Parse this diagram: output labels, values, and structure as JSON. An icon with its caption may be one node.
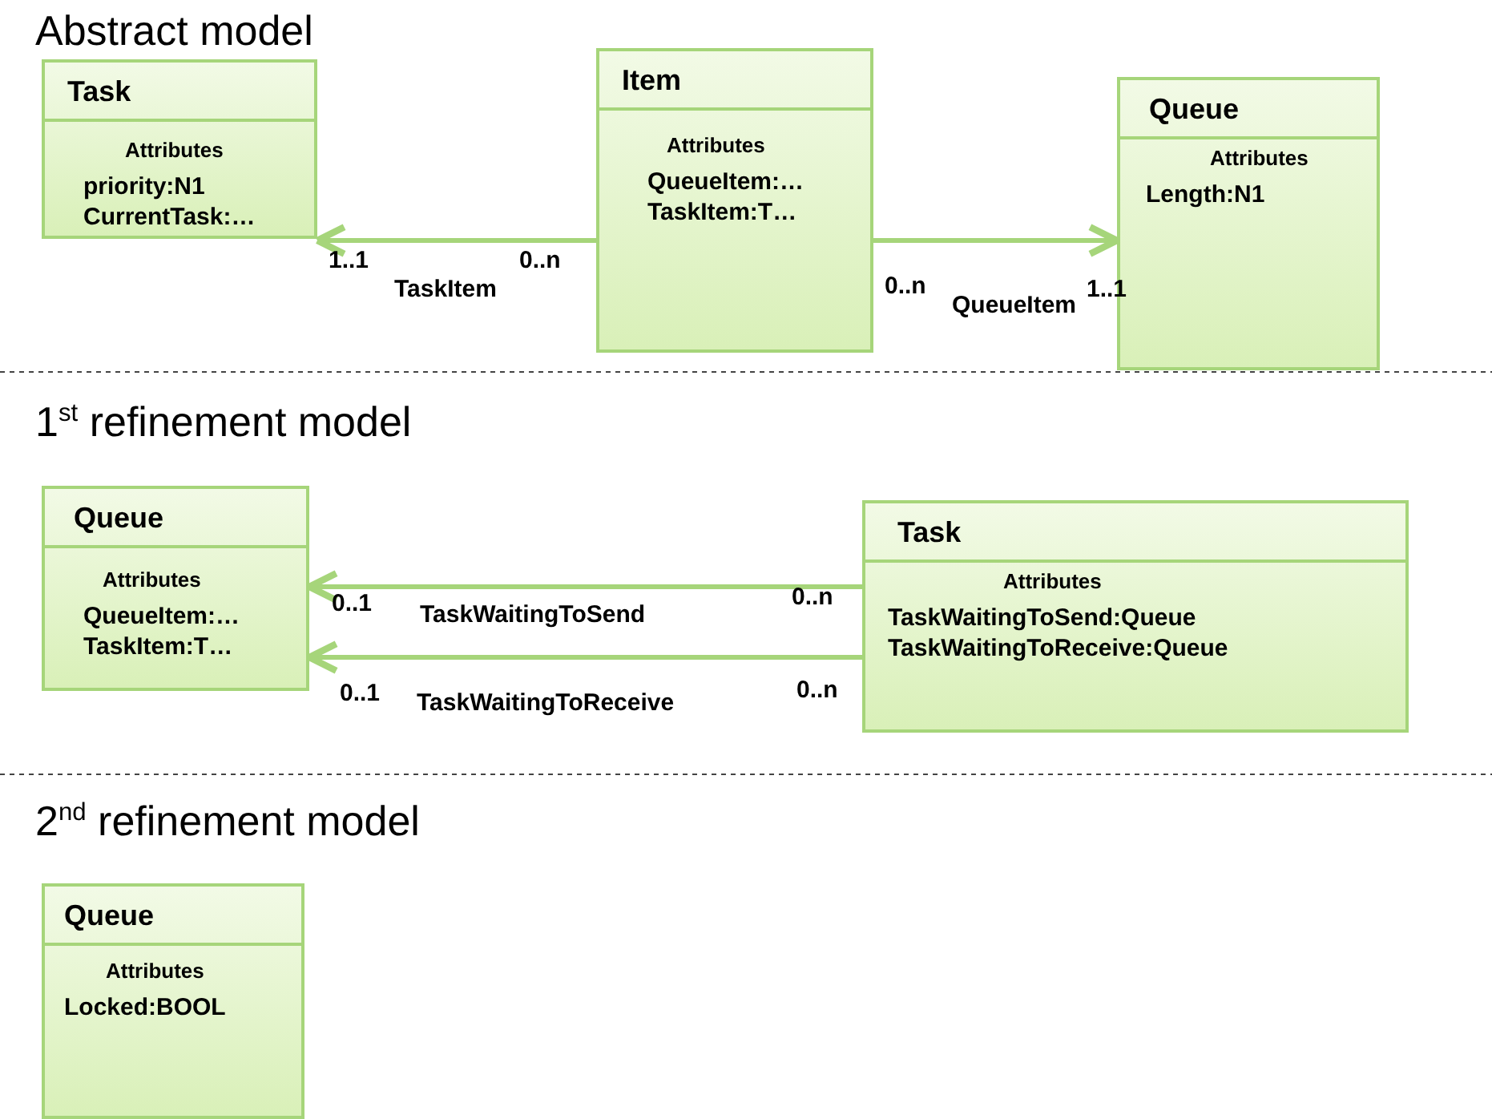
{
  "diagram": {
    "nodes": [
      {
        "text": [
          "Task",
          "Attributes",
          "priority:N1",
          "CurrentTask:…"
        ]
      },
      {
        "text": [
          "Item",
          "Attributes",
          "QueueItem:…",
          "TaskItem:T…"
        ]
      },
      {
        "text": [
          "Queue",
          "Attributes",
          "Length:N1"
        ]
      },
      {
        "text": [
          "Queue",
          "Attributes",
          "QueueItem:…",
          "TaskItem:T…"
        ]
      },
      {
        "text": [
          "Task",
          "Attributes",
          "TaskWaitingToSend:Queue",
          "TaskWaitingToReceive:Queue"
        ]
      },
      {
        "text": [
          "Queue",
          "Attributes",
          "Locked:BOOL"
        ]
      }
    ],
    "edges": [
      {
        "from": 1,
        "to": 0,
        "arrow": "to",
        "label": "TaskItem"
      },
      {
        "from": 1,
        "to": 2,
        "arrow": "to",
        "label": "QueueItem"
      },
      {
        "from": 4,
        "to": 3,
        "arrow": "to",
        "label": "TaskWaitingToSend"
      },
      {
        "from": 4,
        "to": 3,
        "arrow": "to",
        "label": "TaskWaitingToReceive"
      }
    ],
    "labels": [
      "Abstract model",
      "1..1",
      "0..n",
      "0..n",
      "1..1",
      "1$^{st}$ refinement model",
      "0..1",
      "0..n",
      "0..1",
      "0..n",
      "2$^{nd}$  refinement model"
    ]
  }
}
